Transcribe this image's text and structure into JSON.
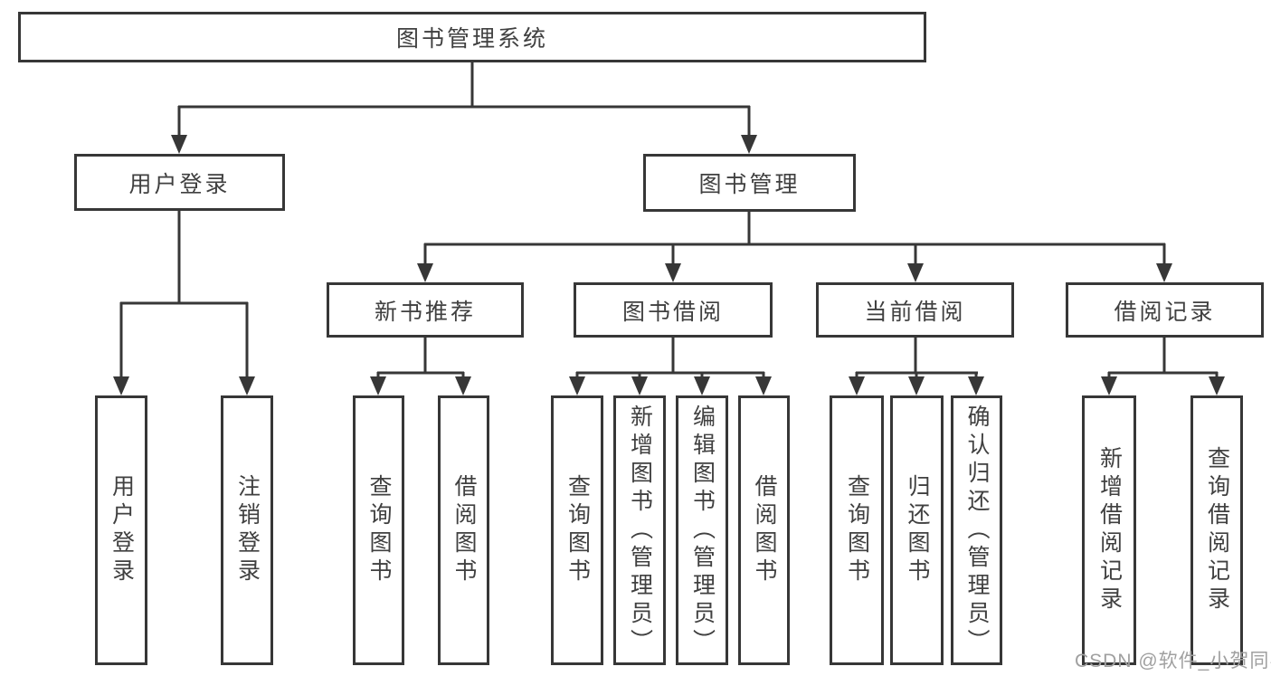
{
  "diagram": {
    "root": {
      "label": "图书管理系统"
    },
    "branches": [
      {
        "label": "用户登录",
        "children": [
          {
            "label": "用户登录"
          },
          {
            "label": "注销登录"
          }
        ]
      },
      {
        "label": "图书管理",
        "children": [
          {
            "label": "新书推荐",
            "children": [
              {
                "label": "查询图书"
              },
              {
                "label": "借阅图书"
              }
            ]
          },
          {
            "label": "图书借阅",
            "children": [
              {
                "label": "查询图书"
              },
              {
                "label": "新增图书（管理员）"
              },
              {
                "label": "编辑图书（管理员）"
              },
              {
                "label": "借阅图书"
              }
            ]
          },
          {
            "label": "当前借阅",
            "children": [
              {
                "label": "查询图书"
              },
              {
                "label": "归还图书"
              },
              {
                "label": "确认归还（管理员）"
              }
            ]
          },
          {
            "label": "借阅记录",
            "children": [
              {
                "label": "新增借阅记录"
              },
              {
                "label": "查询借阅记录"
              }
            ]
          }
        ]
      }
    ],
    "colors": {
      "line": "#373737",
      "box_border": "#373737",
      "box_fill": "#ffffff",
      "text": "#404040",
      "watermark": "#a0a0a0"
    },
    "watermark": "CSDN @软件_小贺同学"
  }
}
